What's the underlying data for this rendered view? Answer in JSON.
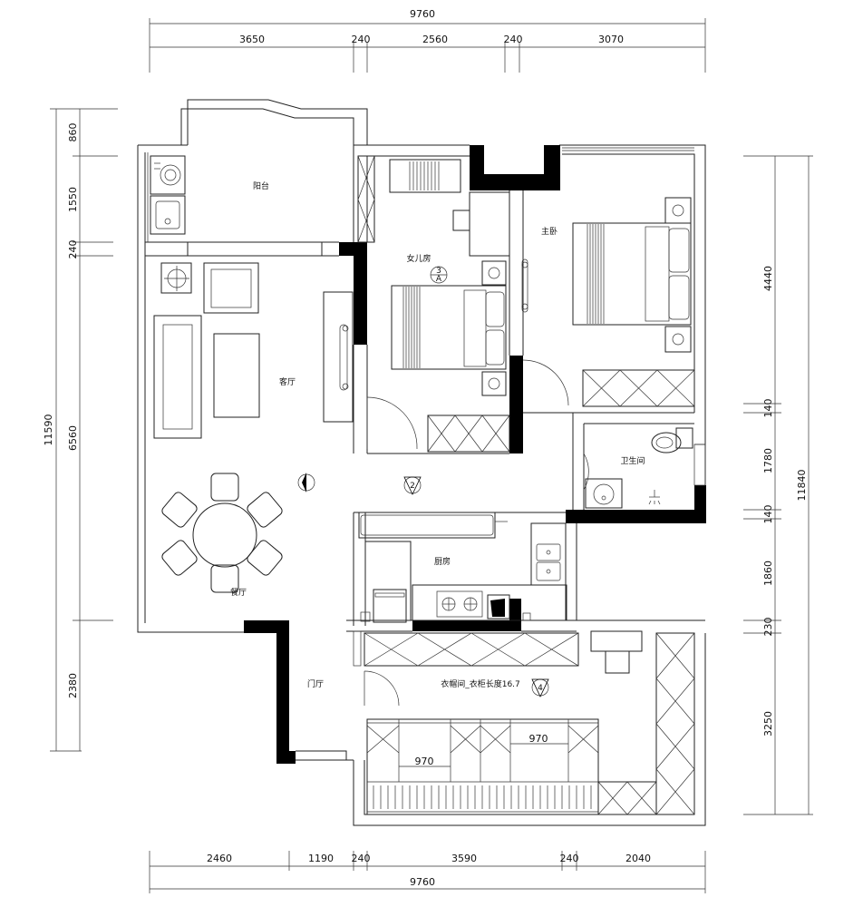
{
  "dimensions": {
    "top_total": "9760",
    "top_segments": [
      "3650",
      "240",
      "2560",
      "240",
      "3070"
    ],
    "bottom_total": "9760",
    "bottom_segments": [
      "2460",
      "1190",
      "240",
      "3590",
      "240",
      "2040"
    ],
    "left_total": "11590",
    "left_segments": [
      "860",
      "1550",
      "240",
      "6560",
      "2380"
    ],
    "right_total": "11840",
    "right_segments": [
      "4440",
      "140",
      "1780",
      "140",
      "1860",
      "230",
      "3250"
    ]
  },
  "rooms": {
    "balcony": "阳台",
    "daughter_room": "女儿房",
    "master_bedroom": "主卧",
    "living_room": "客厅",
    "dining_room": "餐厅",
    "bathroom": "卫生间",
    "kitchen": "厨房",
    "foyer": "门厅",
    "cloakroom": "衣帽间_衣柜长度16.7"
  },
  "annotations": {
    "wardrobe_width_left": "970",
    "wardrobe_width_right": "970",
    "index_mark": "3A"
  }
}
